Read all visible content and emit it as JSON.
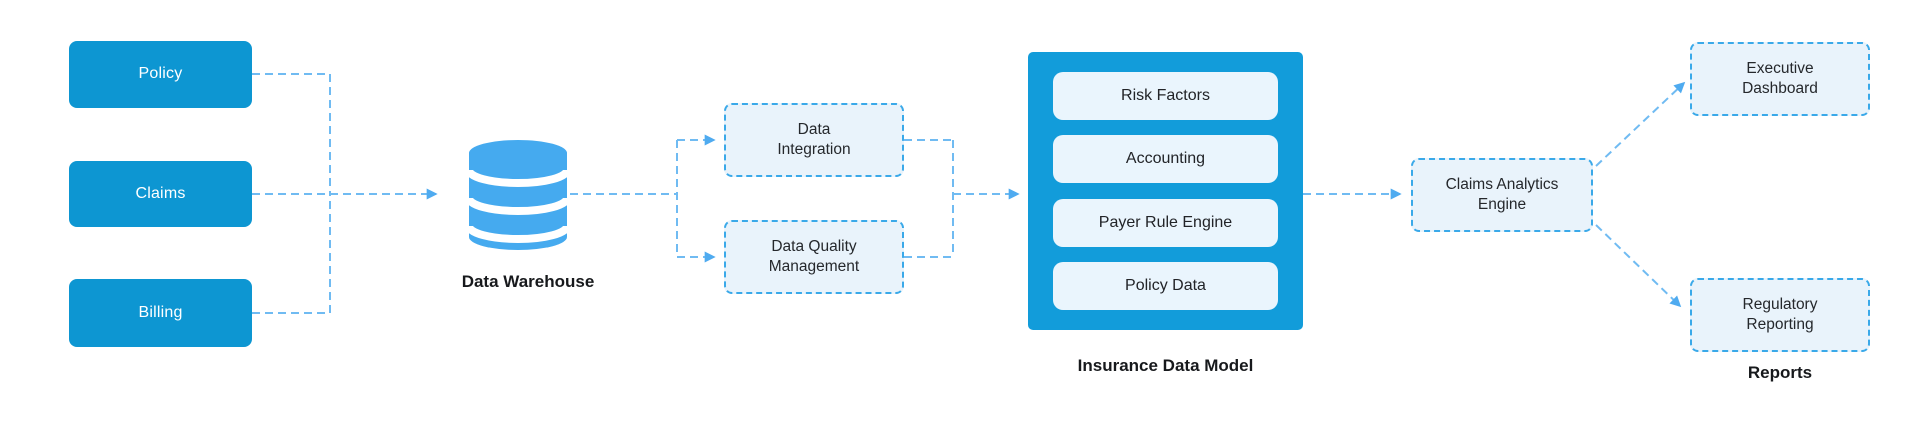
{
  "diagram": {
    "sources": [
      "Policy",
      "Claims",
      "Billing"
    ],
    "warehouse_caption": "Data Warehouse",
    "integration_label": "Data\nIntegration",
    "quality_label": "Data Quality\nManagement",
    "model": {
      "caption": "Insurance Data Model",
      "items": [
        "Risk Factors",
        "Accounting",
        "Payer Rule Engine",
        "Policy Data"
      ]
    },
    "engine_label": "Claims Analytics\nEngine",
    "dashboard_label": "Executive\nDashboard",
    "reporting_label": "Regulatory\nReporting",
    "reports_caption": "Reports",
    "colors": {
      "solid_box_blue": "#0d96d2",
      "container_blue": "#129cda",
      "database_icon_blue": "#45aaef",
      "connector_blue": "#70bbf2",
      "arrowhead_blue": "#4fabf0",
      "dashed_border_blue": "#3aa9e9",
      "light_fill_blue": "#e9f3fb"
    }
  }
}
